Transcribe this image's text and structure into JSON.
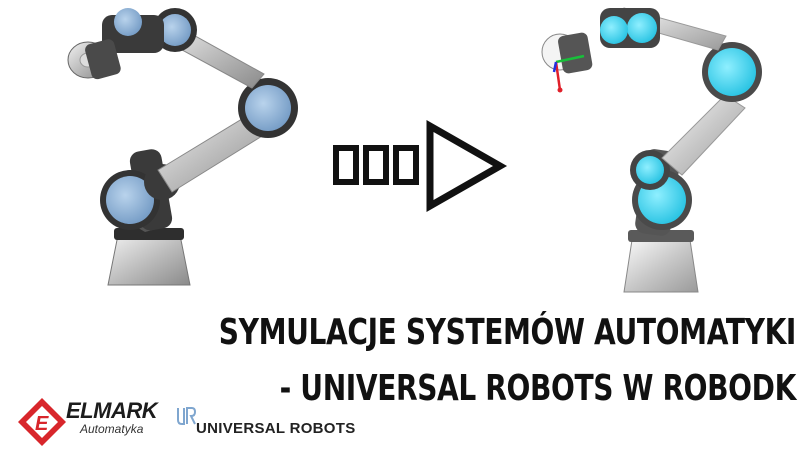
{
  "headline": {
    "line1": "SYMULACJE SYSTEMÓW AUTOMATYKI",
    "line2": "- UNIVERSAL ROBOTS W ROBODK"
  },
  "logos": {
    "elmark_name": "ELMARK",
    "elmark_sub": "Automatyka",
    "ur_name": "UNIVERSAL ROBOTS"
  },
  "colors": {
    "joint_blue_real": "#8fb4d8",
    "joint_cyan_sim": "#3fd6f2",
    "arrow": "#111111",
    "elmark_red": "#d8262b"
  },
  "icons": [
    "robot-arm-photo-icon",
    "robot-arm-simulation-icon",
    "arrow-right-icon",
    "elmark-logo-icon",
    "universal-robots-logo-icon"
  ]
}
